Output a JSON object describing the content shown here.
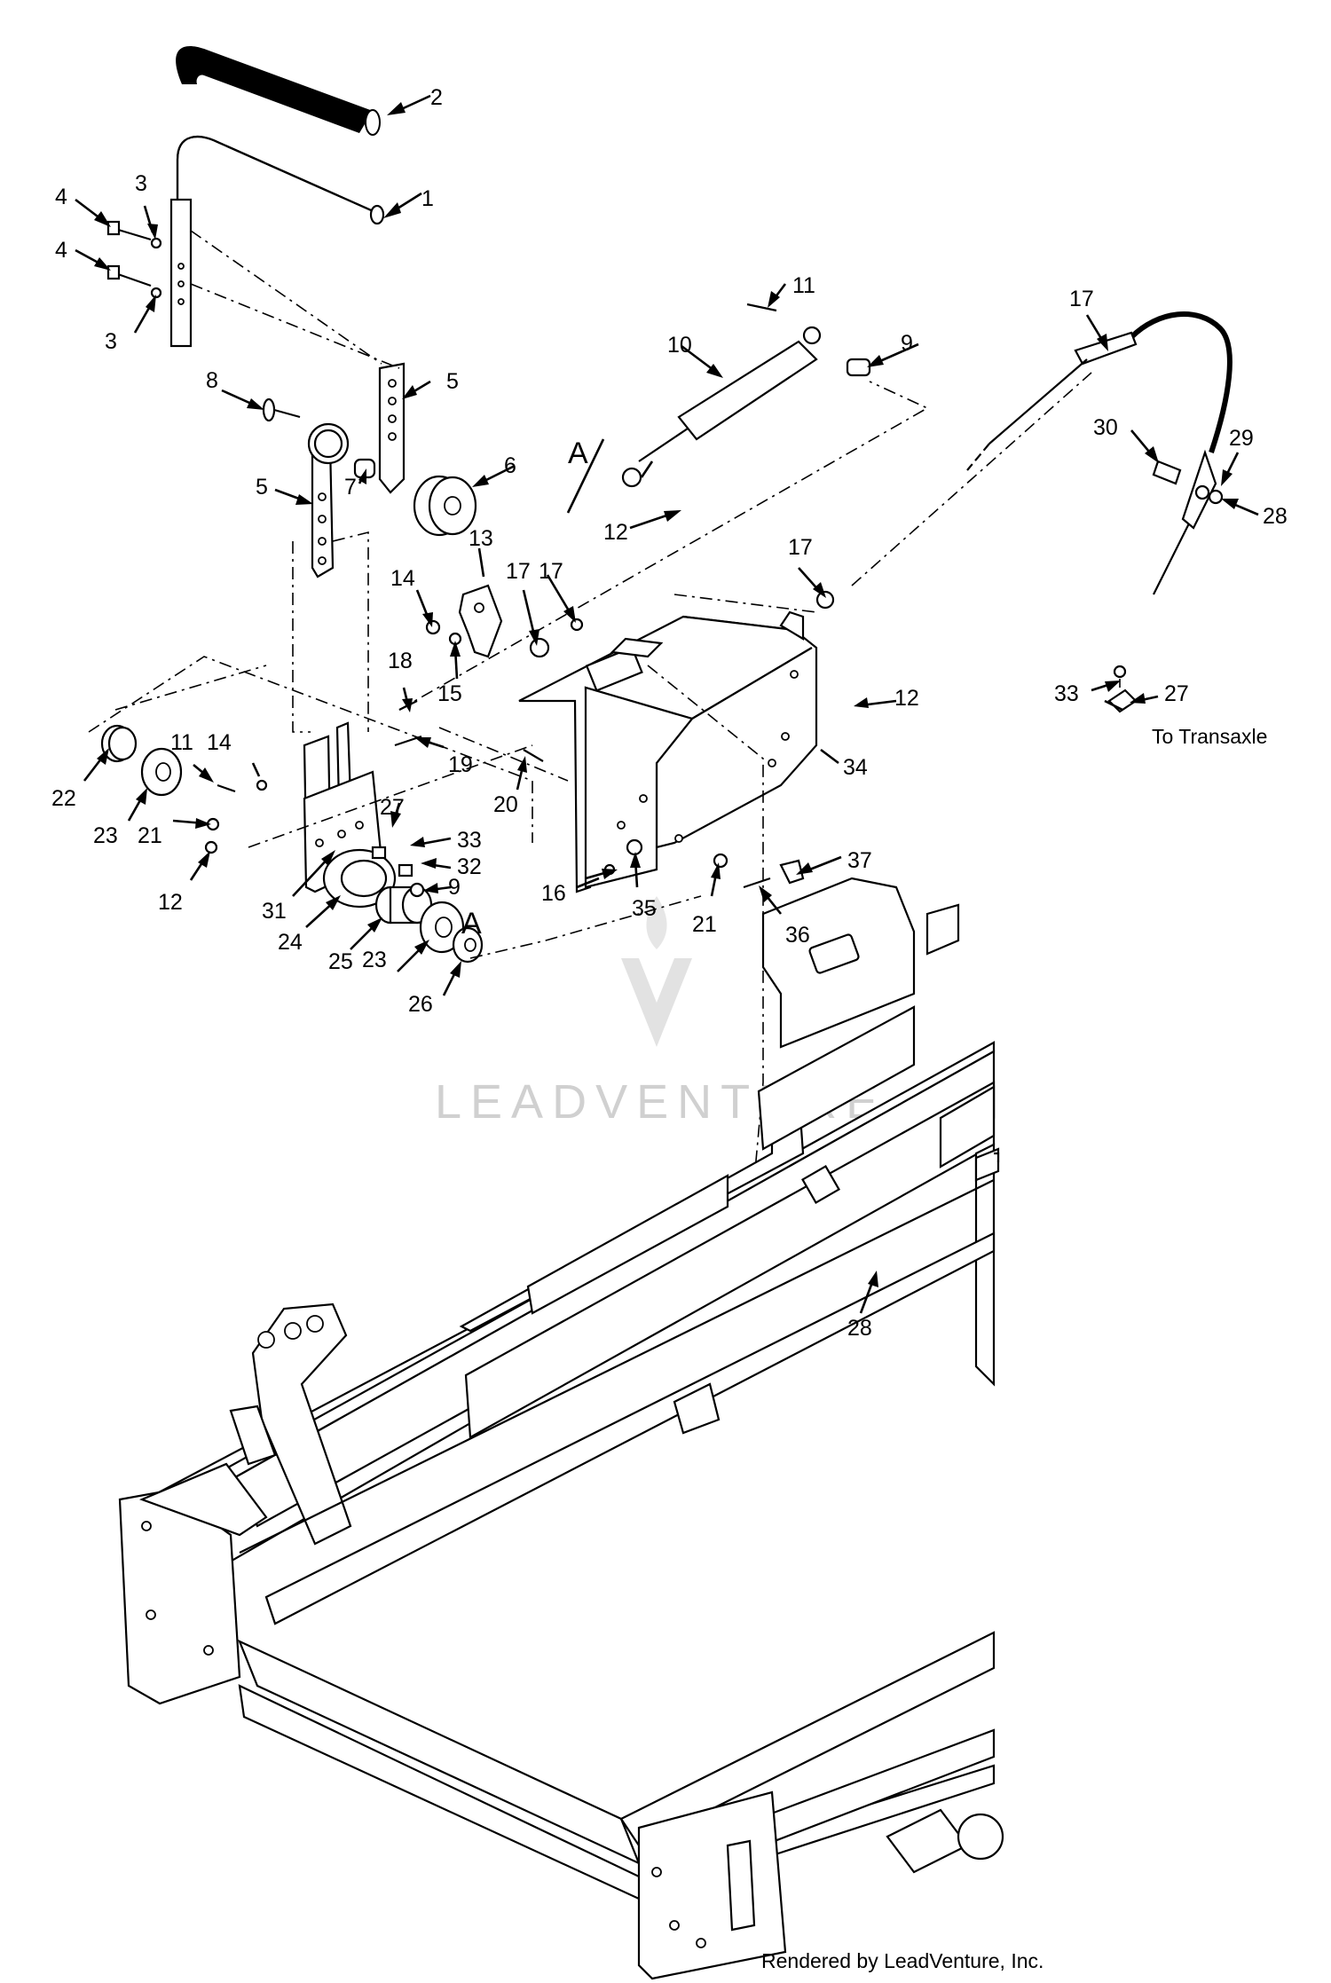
{
  "callouts": [
    {
      "num": "1"
    },
    {
      "num": "2"
    },
    {
      "num": "3"
    },
    {
      "num": "3"
    },
    {
      "num": "4"
    },
    {
      "num": "4"
    },
    {
      "num": "5"
    },
    {
      "num": "5"
    },
    {
      "num": "6"
    },
    {
      "num": "7"
    },
    {
      "num": "8"
    },
    {
      "num": "9"
    },
    {
      "num": "9"
    },
    {
      "num": "10"
    },
    {
      "num": "11"
    },
    {
      "num": "11"
    },
    {
      "num": "12"
    },
    {
      "num": "12"
    },
    {
      "num": "12"
    },
    {
      "num": "13"
    },
    {
      "num": "14"
    },
    {
      "num": "14"
    },
    {
      "num": "15"
    },
    {
      "num": "16"
    },
    {
      "num": "17"
    },
    {
      "num": "17"
    },
    {
      "num": "17"
    },
    {
      "num": "17"
    },
    {
      "num": "18"
    },
    {
      "num": "19"
    },
    {
      "num": "20"
    },
    {
      "num": "21"
    },
    {
      "num": "21"
    },
    {
      "num": "22"
    },
    {
      "num": "23"
    },
    {
      "num": "23"
    },
    {
      "num": "24"
    },
    {
      "num": "25"
    },
    {
      "num": "26"
    },
    {
      "num": "27"
    },
    {
      "num": "27"
    },
    {
      "num": "28"
    },
    {
      "num": "28"
    },
    {
      "num": "29"
    },
    {
      "num": "30"
    },
    {
      "num": "31"
    },
    {
      "num": "32"
    },
    {
      "num": "33"
    },
    {
      "num": "33"
    },
    {
      "num": "34"
    },
    {
      "num": "35"
    },
    {
      "num": "36"
    },
    {
      "num": "37"
    }
  ],
  "reference_markers": [
    "A",
    "A"
  ],
  "note": "To Transaxle",
  "credit": "Rendered by LeadVenture, Inc.",
  "watermark": "LEADVENTURE",
  "colors": {
    "line": "#000000",
    "background": "#ffffff",
    "watermark": "#d0d0d0"
  }
}
